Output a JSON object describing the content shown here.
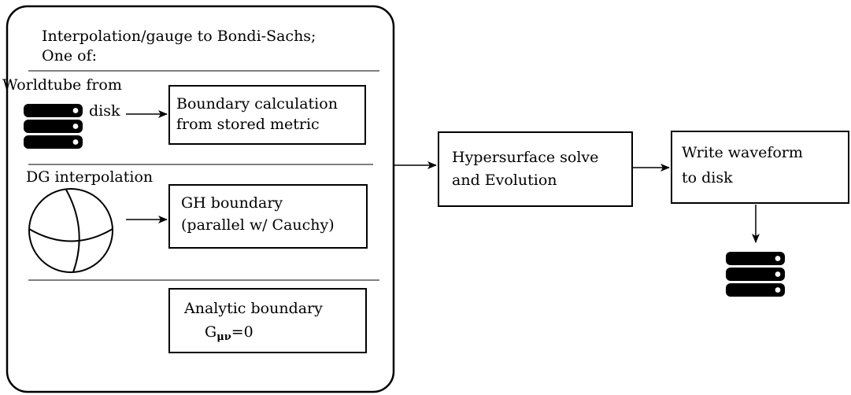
{
  "outer_panel": {
    "heading_line1": "Interpolation/gauge to Bondi-Sachs;",
    "heading_line2": "One of:"
  },
  "option_worldtube": {
    "label_line1": "Worldtube from",
    "label_line2": "disk",
    "icon": "database-icon",
    "box_line1": "Boundary calculation",
    "box_line2": "from stored metric"
  },
  "option_dg": {
    "label": "DG interpolation",
    "icon": "sphere-icon",
    "box_line1": "GH boundary",
    "box_line2": "(parallel w/ Cauchy)"
  },
  "option_analytic": {
    "box_line1": "Analytic boundary",
    "eq_main": "G",
    "eq_sub": "μν",
    "eq_rest": "=0"
  },
  "hypersurface": {
    "line1": "Hypersurface solve",
    "line2": "and Evolution"
  },
  "write_waveform": {
    "line1": "Write waveform",
    "line2": "to disk",
    "icon": "database-icon"
  }
}
